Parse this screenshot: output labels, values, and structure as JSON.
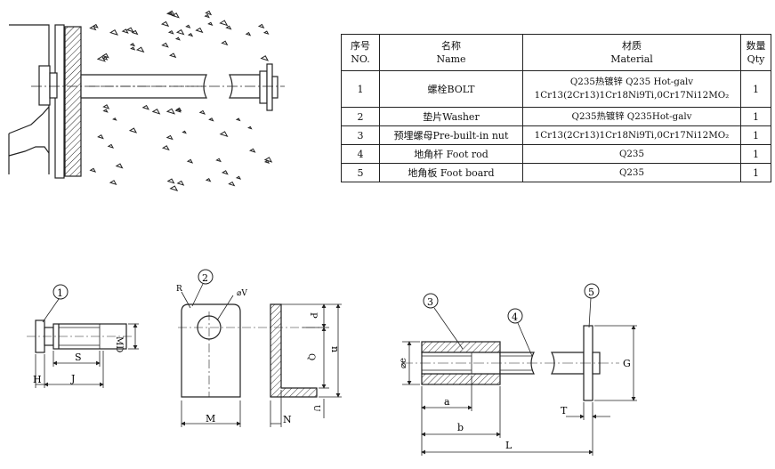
{
  "table": {
    "headers": [
      {
        "cn": "序号",
        "en": "NO."
      },
      {
        "cn": "名称",
        "en": "Name"
      },
      {
        "cn": "材质",
        "en": "Material"
      },
      {
        "cn": "数量",
        "en": "Qty"
      }
    ],
    "rows": [
      {
        "no": "1",
        "name": "螺栓BOLT",
        "material": [
          "Q235热镀锌 Q235 Hot-galv",
          "1Cr13(2Cr13)1Cr18Ni9Ti,0Cr17Ni12MO₂"
        ],
        "qty": "1"
      },
      {
        "no": "2",
        "name": "垫片Washer",
        "material": [
          "Q235热镀锌 Q235Hot-galv"
        ],
        "qty": "1"
      },
      {
        "no": "3",
        "name": "预埋螺母Pre-built-in nut",
        "material": [
          "1Cr13(2Cr13)1Cr18Ni9Ti,0Cr17Ni12MO₂"
        ],
        "qty": "1"
      },
      {
        "no": "4",
        "name": "地角杆 Foot rod",
        "material": [
          "Q235"
        ],
        "qty": "1"
      },
      {
        "no": "5",
        "name": "地角板 Foot board",
        "material": [
          "Q235"
        ],
        "qty": "1"
      }
    ]
  },
  "callouts": {
    "p1": "1",
    "p2": "2",
    "p3": "3",
    "p4": "4",
    "p5": "5"
  },
  "dims": {
    "H": "H",
    "J": "J",
    "S": "S",
    "MD": "MD",
    "R": "R",
    "phiV": "⌀V",
    "M": "M",
    "N": "N",
    "U": "U",
    "P": "P",
    "Q": "Q",
    "n": "n",
    "phie": "⌀e",
    "a": "a",
    "b": "b",
    "L": "L",
    "T": "T",
    "G": "G"
  }
}
